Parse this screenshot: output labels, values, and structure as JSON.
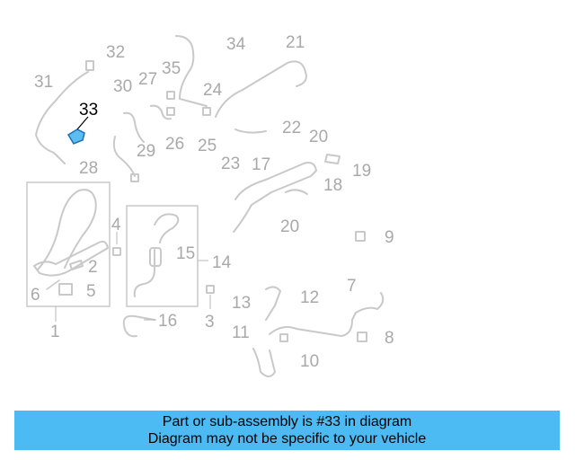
{
  "diagram": {
    "highlight_color": "#5bbdf0",
    "callouts": {
      "c1": "1",
      "c2": "2",
      "c3": "3",
      "c4": "4",
      "c5": "5",
      "c6": "6",
      "c7": "7",
      "c8": "8",
      "c9": "9",
      "c10": "10",
      "c11": "11",
      "c12": "12",
      "c13": "13",
      "c14": "14",
      "c15": "15",
      "c16": "16",
      "c17": "17",
      "c18": "18",
      "c19": "19",
      "c20a": "20",
      "c20b": "20",
      "c21": "21",
      "c22": "22",
      "c23": "23",
      "c24": "24",
      "c25": "25",
      "c26": "26",
      "c27": "27",
      "c28": "28",
      "c29": "29",
      "c30": "30",
      "c31": "31",
      "c32": "32",
      "c33": "33",
      "c34": "34",
      "c35": "35"
    }
  },
  "banner": {
    "line1": "Part or sub-assembly is #33 in diagram",
    "line2": "Diagram may not be specific to your vehicle",
    "background": "#4dbbf3"
  }
}
